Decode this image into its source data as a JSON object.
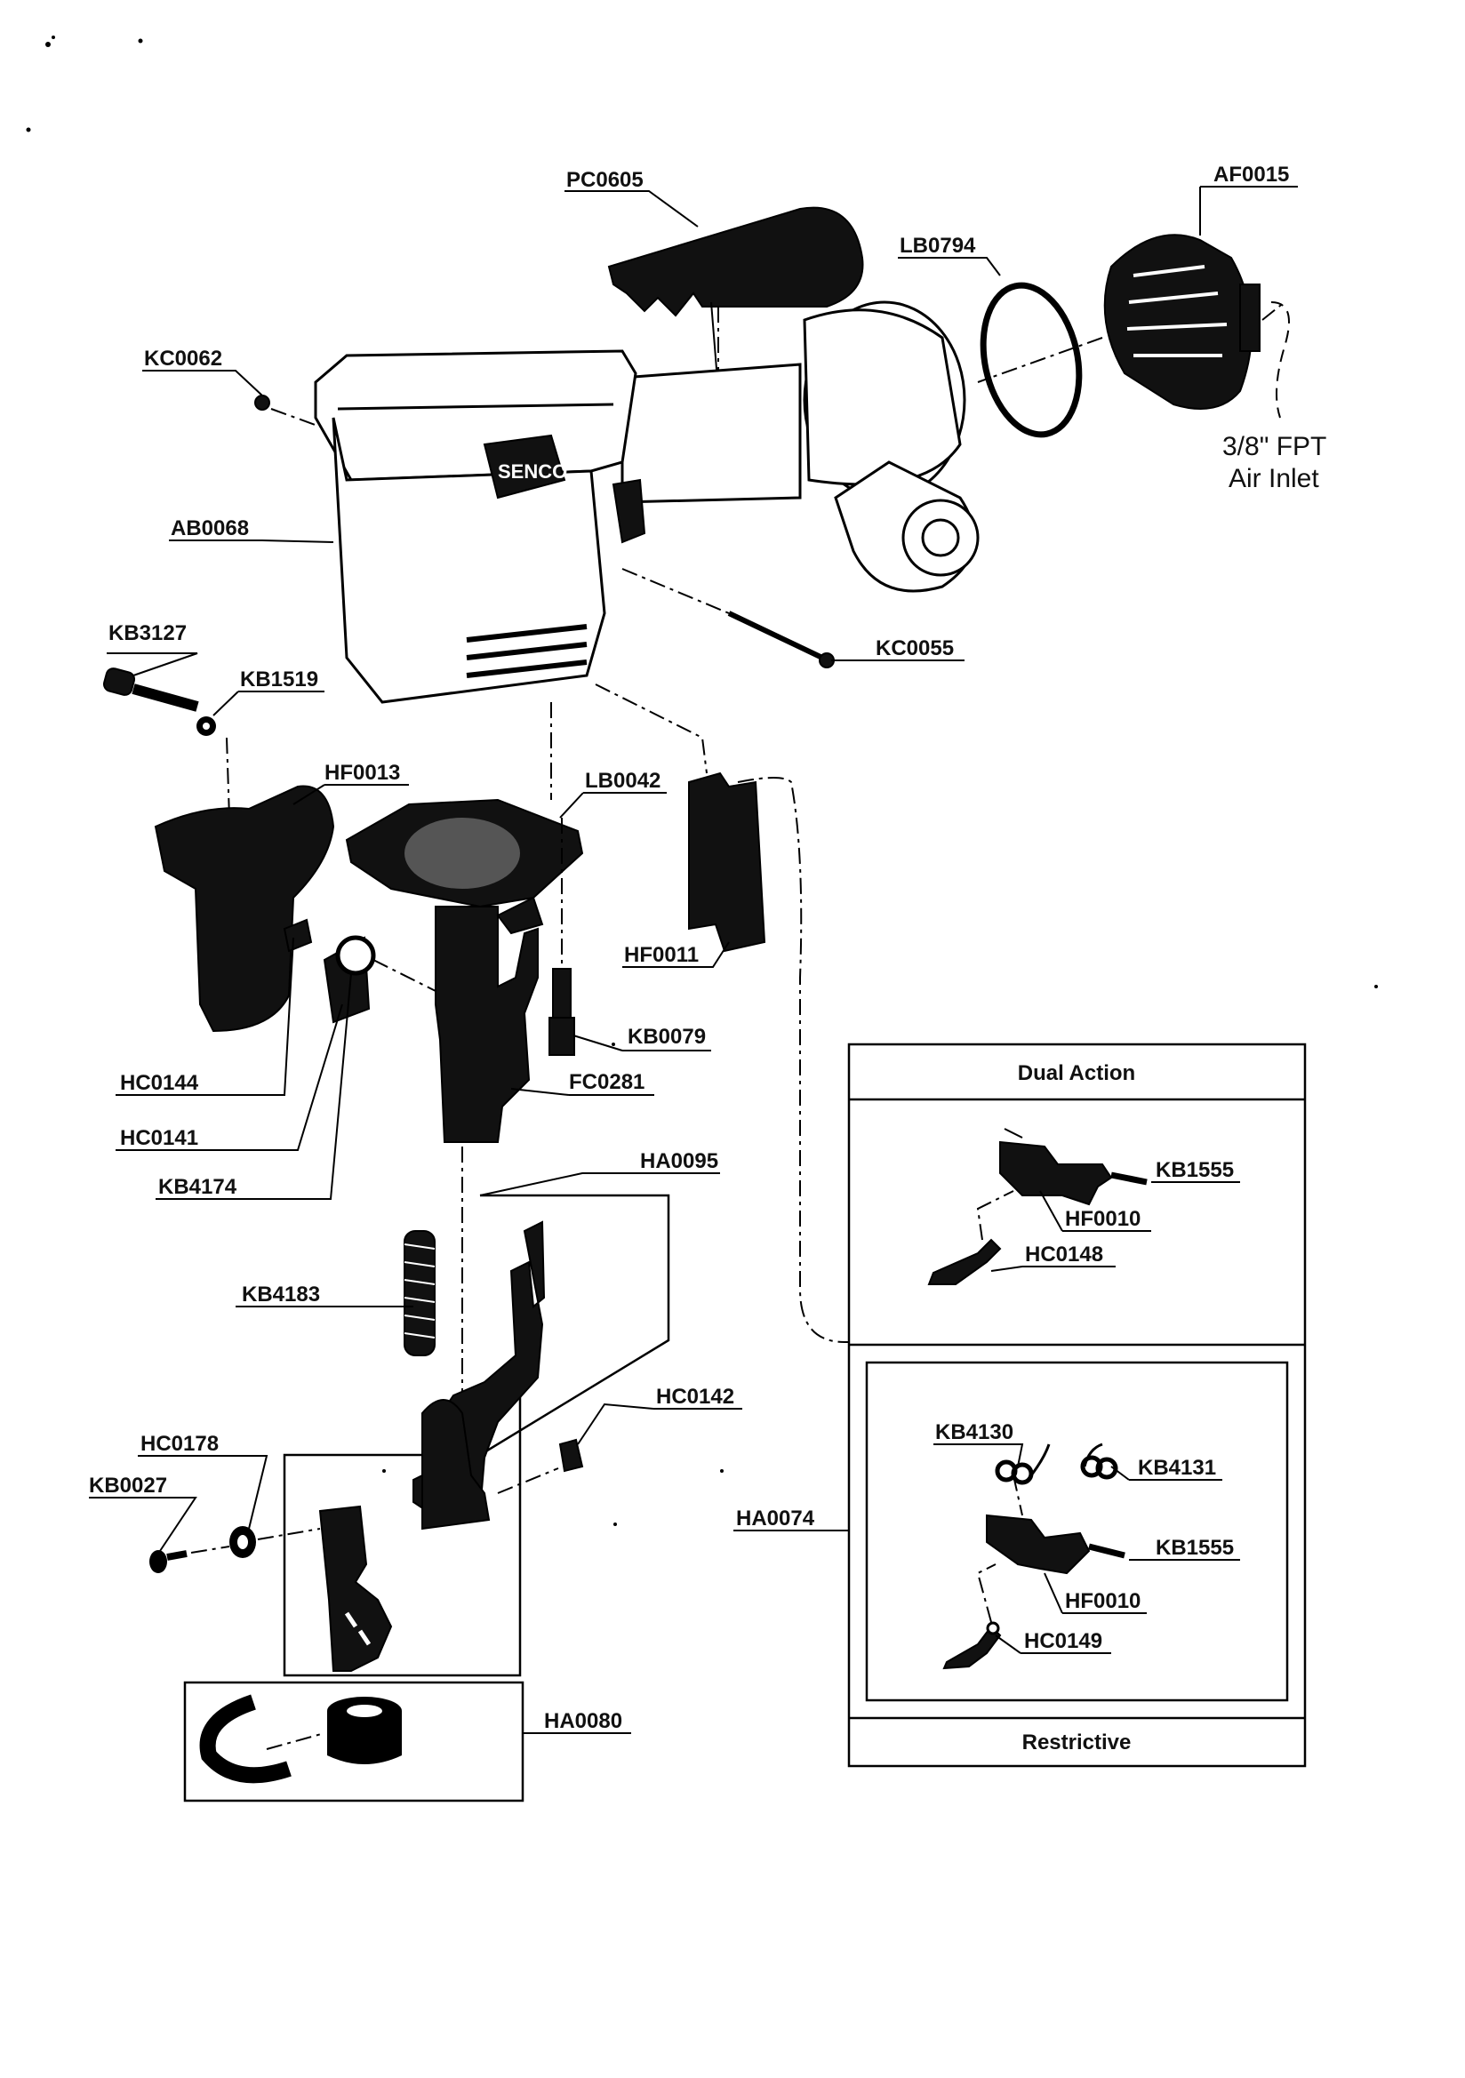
{
  "parts": {
    "pc0605": "PC0605",
    "af0015": "AF0015",
    "lb0794": "LB0794",
    "kc0062": "KC0062",
    "ab0068": "AB0068",
    "kc0055": "KC0055",
    "kb3127": "KB3127",
    "kb1519": "KB1519",
    "hf0013": "HF0013",
    "lb0042": "LB0042",
    "hf0011": "HF0011",
    "kb0079": "KB0079",
    "fc0281": "FC0281",
    "hc0144": "HC0144",
    "hc0141": "HC0141",
    "kb4174": "KB4174",
    "ha0095": "HA0095",
    "kb4183": "KB4183",
    "hc0142": "HC0142",
    "hc0178": "HC0178",
    "kb0027": "KB0027",
    "ha0080": "HA0080",
    "ha0074": "HA0074",
    "kb1555_a": "KB1555",
    "hf0010_a": "HF0010",
    "hc0148": "HC0148",
    "kb4130": "KB4130",
    "kb4131": "KB4131",
    "kb1555_b": "KB1555",
    "hf0010_b": "HF0010",
    "hc0149": "HC0149"
  },
  "air_inlet": {
    "line1": "3/8\" FPT",
    "line2": "Air Inlet"
  },
  "brand_logo": "SENCO",
  "panels": {
    "dual_action": "Dual Action",
    "restrictive": "Restrictive"
  }
}
